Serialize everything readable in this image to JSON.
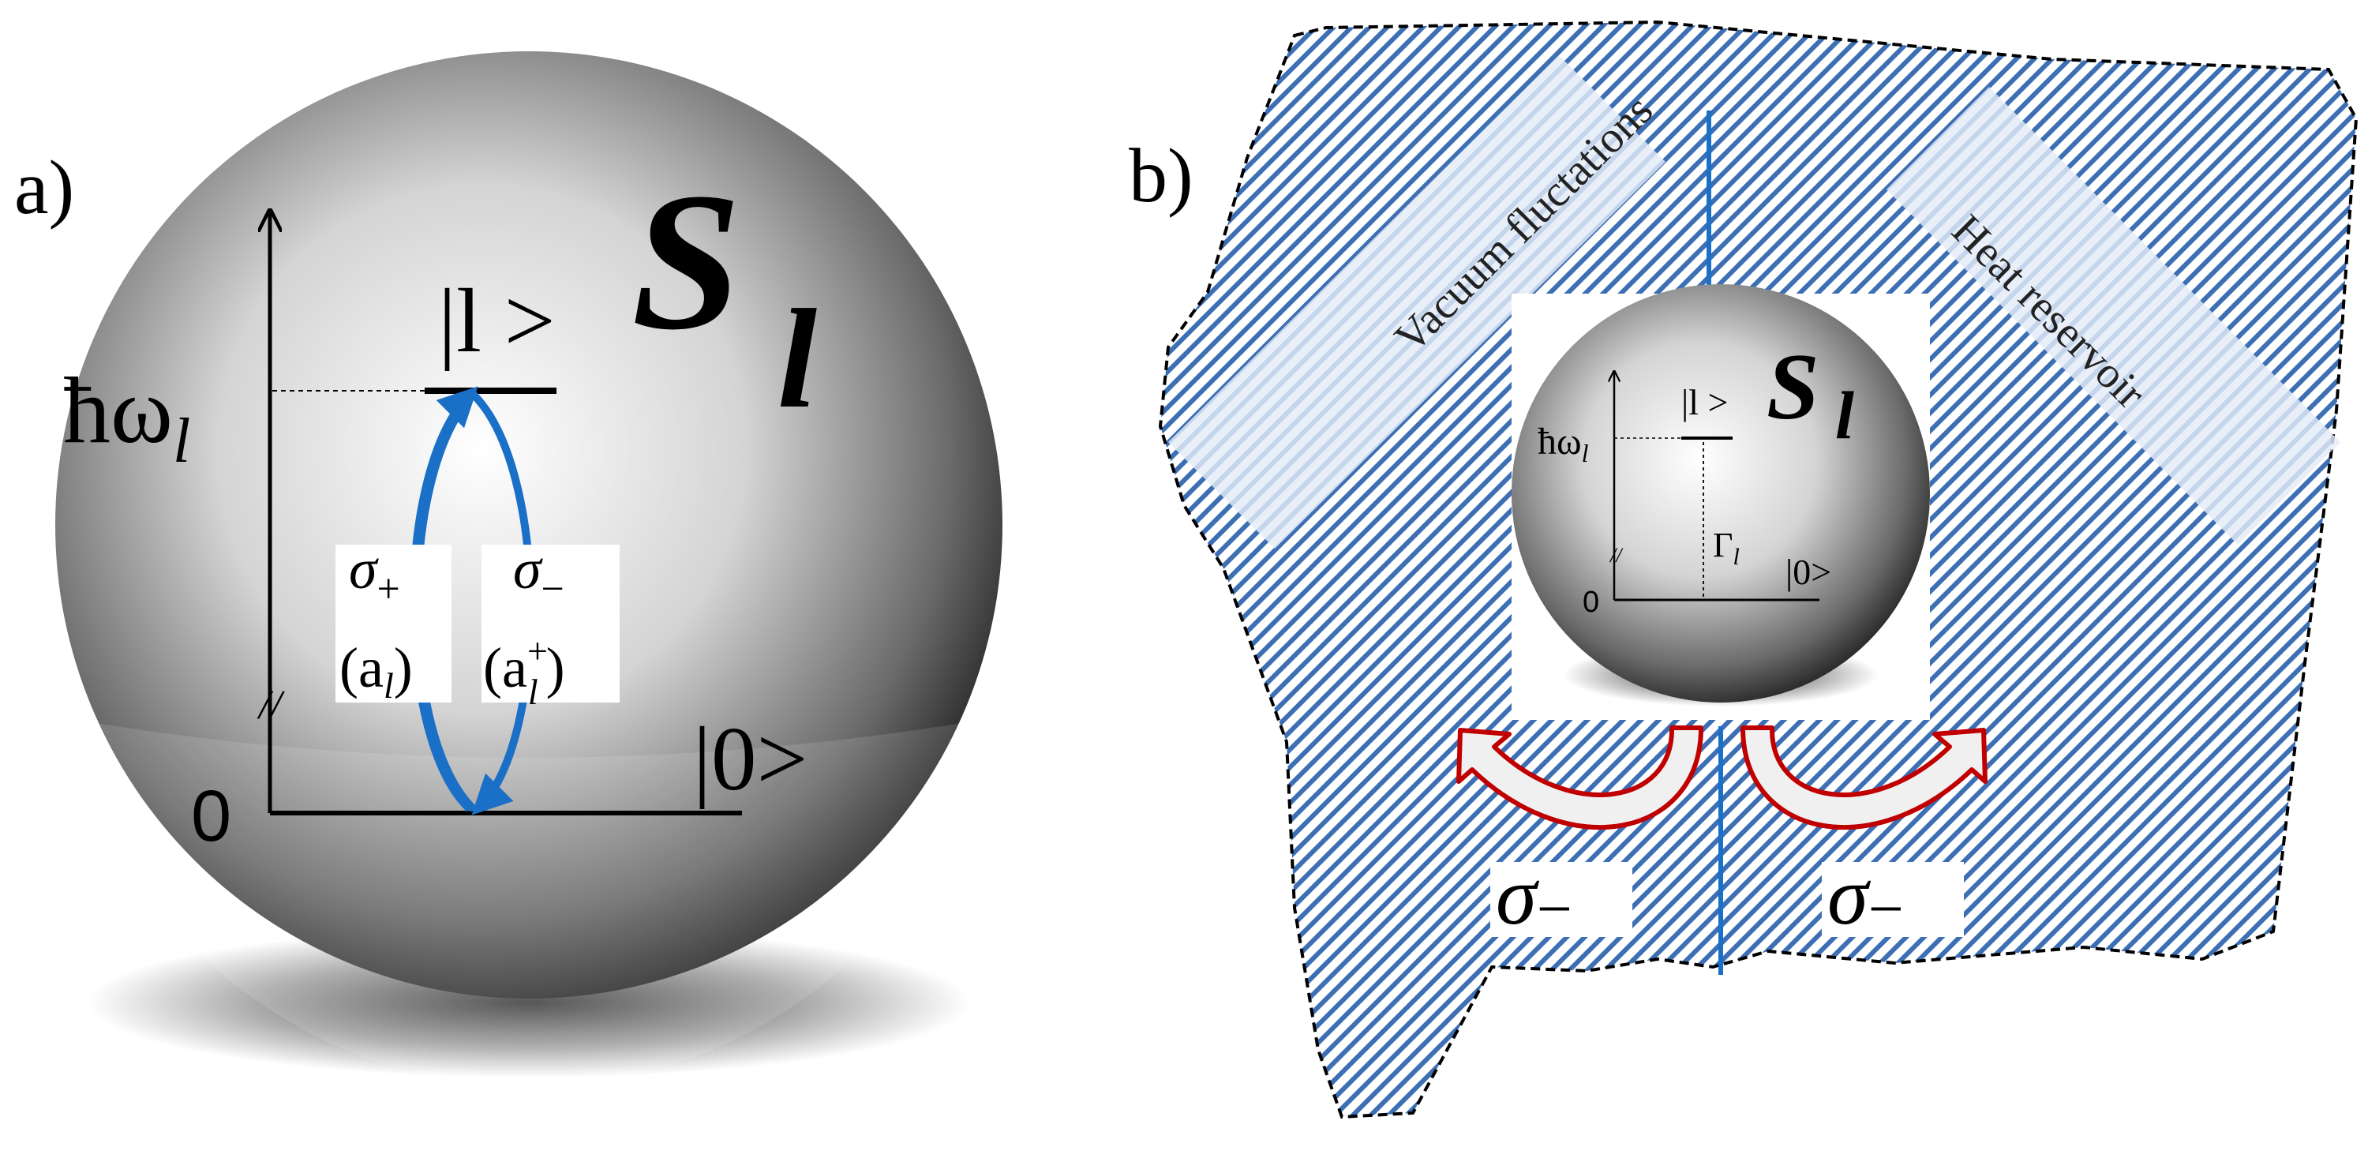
{
  "panel_a": {
    "label": "a)",
    "sphere_symbol": "S",
    "sphere_subscript": "l",
    "excited_state": "|l >",
    "ground_state": "|0>",
    "energy_label": "ħω",
    "energy_subscript": "l",
    "origin_label": "0",
    "axis_mark": "//",
    "raise_op": "σ",
    "raise_sub": "+",
    "raise_mode": "(a",
    "raise_mode_sub": "l",
    "raise_close": ")",
    "lower_op": "σ",
    "lower_sub": "−",
    "lower_mode": "(a",
    "lower_mode_sup": "+",
    "lower_mode_sub": "l",
    "lower_close": ")"
  },
  "panel_b": {
    "label": "b)",
    "left_band": "Vacuum fluctations",
    "right_band": "Heat reservoir",
    "sphere_symbol": "S",
    "sphere_subscript": "l",
    "excited_state": "|l >",
    "ground_state": "|0>",
    "energy_label": "ħω",
    "energy_subscript": "l",
    "origin_label": "0",
    "decay_label": "Γ",
    "decay_subscript": "l",
    "axis_mark": "//",
    "left_op": "σ",
    "left_op_sub": "−",
    "right_op": "σ",
    "right_op_sub": "−"
  },
  "colors": {
    "arrow_blue": "#1a6fc6",
    "hatch_blue": "#3d6fb4",
    "arrow_red": "#c00000"
  }
}
